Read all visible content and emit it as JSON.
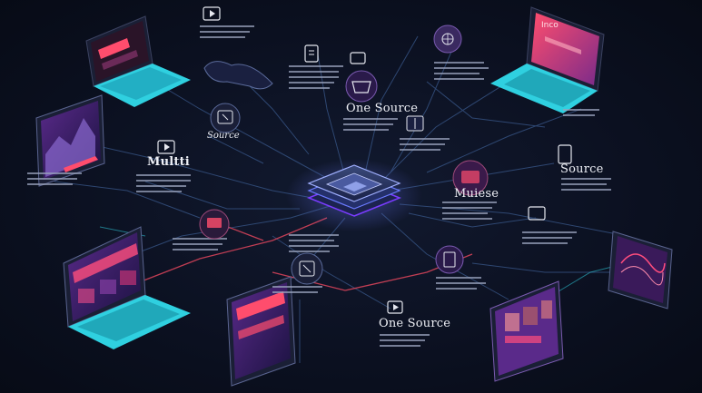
{
  "labels": {
    "multi": "Multti",
    "source_small": "Source",
    "one_source_top": "One Source",
    "muiese": "Muiese",
    "source_right": "Source",
    "one_source_bottom": "One Source"
  },
  "screen_text": {
    "top_right_laptop": "Inco"
  },
  "icons": [
    "play-icon",
    "doc-icon",
    "globe-icon",
    "window-icon",
    "gamepad-icon",
    "basket-icon",
    "book-icon",
    "play-icon",
    "editor-icon",
    "server-icon",
    "phone-icon",
    "monitor-icon",
    "tv-icon",
    "document-icon",
    "play-icon",
    "card-icon"
  ],
  "colors": {
    "background": "#0b1020",
    "line_blue": "#3a5a9a",
    "line_red": "#e0455c",
    "accent_cyan": "#2fd0e0",
    "accent_pink": "#ff4d7d",
    "accent_purple": "#7a3cff"
  }
}
